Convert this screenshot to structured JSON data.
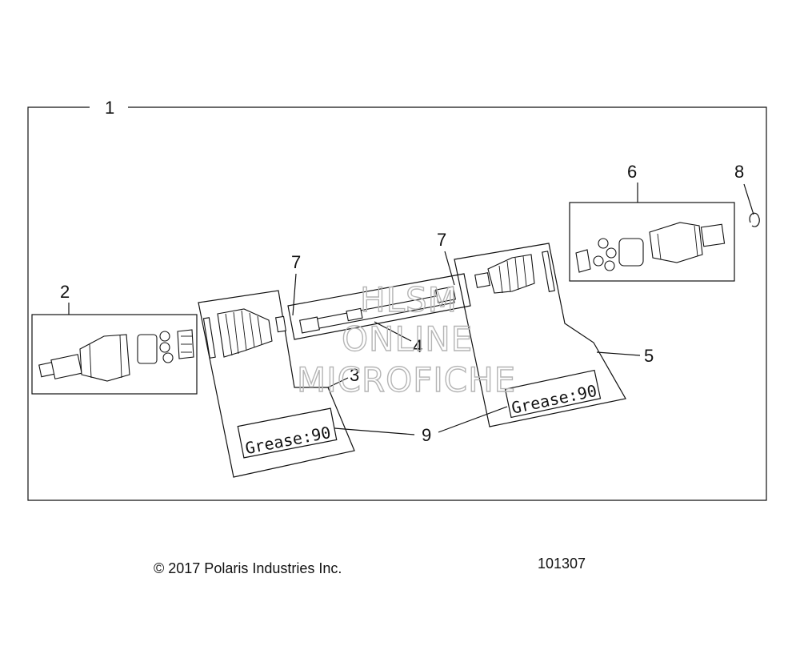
{
  "callouts": {
    "c1": "1",
    "c2": "2",
    "c3": "3",
    "c4": "4",
    "c5": "5",
    "c6": "6",
    "c7a": "7",
    "c7b": "7",
    "c8": "8",
    "c9": "9"
  },
  "grease_labels": {
    "left": "Grease:90",
    "right": "Grease:90"
  },
  "watermark": {
    "line1": "HLSM",
    "line2": "ONLINE",
    "line3": "MICROFICHE"
  },
  "footer": {
    "copyright": "© 2017 Polaris Industries Inc.",
    "figure_number": "101307"
  },
  "icons": {
    "cv_joint_outer": "cv-joint-outer-icon",
    "cv_joint_inner": "cv-joint-inner-icon",
    "boot_kit": "boot-kit-icon",
    "axle_shaft": "axle-shaft-icon",
    "circlip": "circlip-icon"
  }
}
